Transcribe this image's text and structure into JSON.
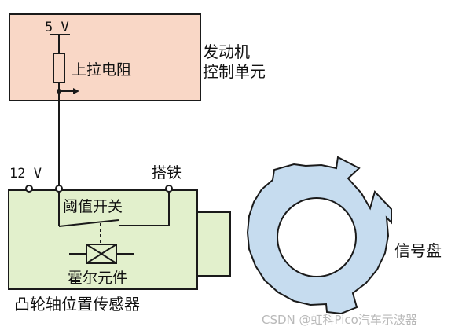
{
  "ecu": {
    "supply_label": "5 V",
    "resistor_label": "上拉电阻",
    "title_line1": "发动机",
    "title_line2": "控制单元",
    "fill": "#f9d7c6"
  },
  "sensor": {
    "supply_label": "12 V",
    "ground_label": "搭铁",
    "switch_label": "阈值开关",
    "hall_label": "霍尔元件",
    "title": "凸轮轴位置传感器",
    "fill": "#e2f0cc"
  },
  "disc": {
    "label": "信号盘",
    "fill": "#c6dcef"
  },
  "watermark": "CSDN @虹科Pico汽车示波器"
}
